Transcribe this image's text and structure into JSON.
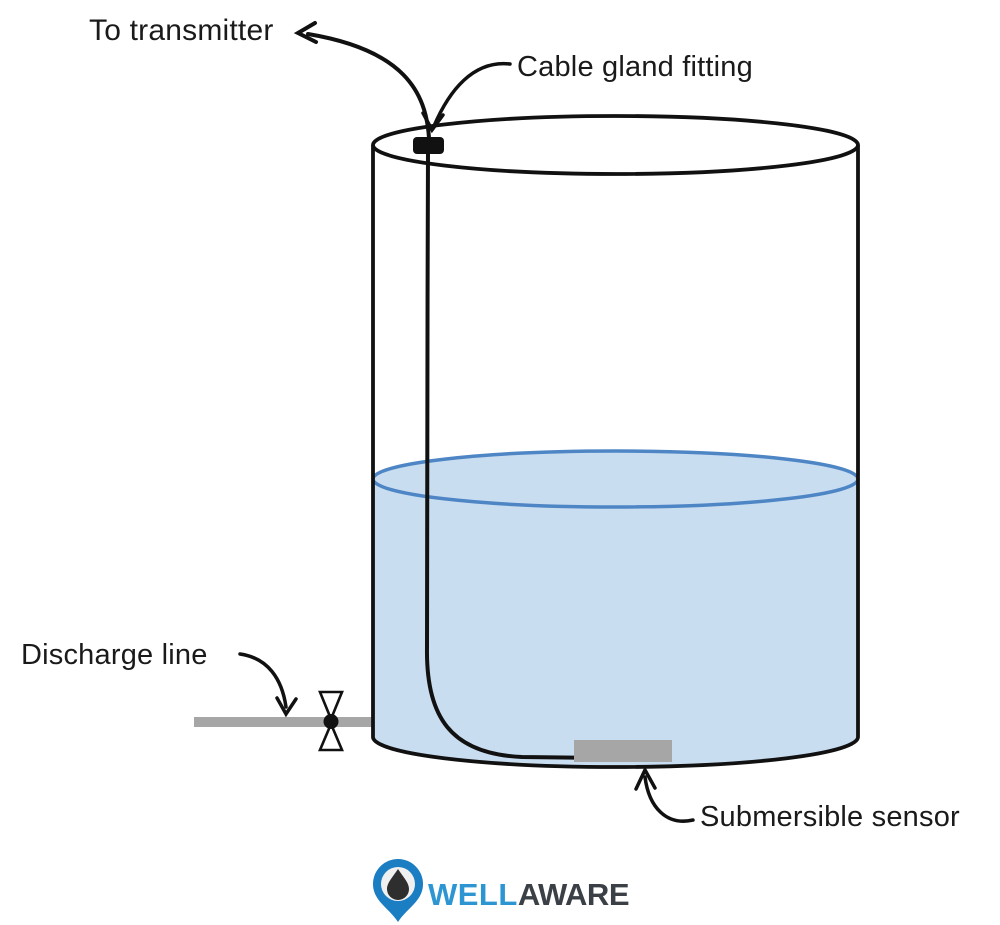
{
  "labels": {
    "to_transmitter": "To transmitter",
    "cable_gland": "Cable gland fitting",
    "discharge_line": "Discharge line",
    "submersible_sensor": "Submersible sensor"
  },
  "logo": {
    "well": "WELL",
    "aware": "AWARE",
    "icon": "location-pin-with-water-drop"
  },
  "diagram": {
    "tank_fill_level": "approximately half full",
    "components": [
      "tank",
      "water",
      "cable",
      "cable gland fitting",
      "submersible sensor",
      "discharge line",
      "valve"
    ]
  },
  "colors": {
    "line_black": "#111111",
    "water_fill": "#C9DDF1",
    "water_stroke": "#4E86C5",
    "pipe_gray": "#A6A6A6",
    "sensor_gray": "#A6A6A6",
    "logo_pin_blue": "#1B7DC2",
    "logo_pin_inner": "#F0F0F0",
    "logo_drop_dark": "#2E2E2E",
    "logo_well_blue": "#2D96D2",
    "logo_aware_gray": "#3B4046"
  }
}
